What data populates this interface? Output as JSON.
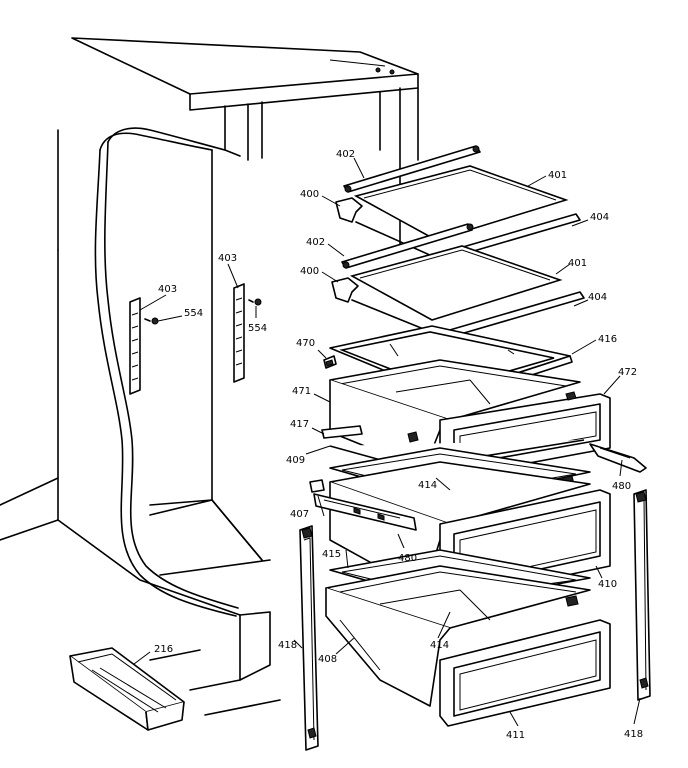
{
  "callouts": {
    "c402a": "402",
    "c401a": "401",
    "c400a": "400",
    "c404a": "404",
    "c402b": "402",
    "c401b": "401",
    "c400b": "400",
    "c404b": "404",
    "c403a": "403",
    "c403b": "403",
    "c554a": "554",
    "c554b": "554",
    "c470": "470",
    "c416": "416",
    "c471": "471",
    "c472": "472",
    "c417": "417",
    "c409": "409",
    "c414a": "414",
    "c480a": "480",
    "c407": "407",
    "c480b": "480",
    "c415": "415",
    "c410": "410",
    "c418a": "418",
    "c408": "408",
    "c414b": "414",
    "c216": "216",
    "c411": "411",
    "c418b": "418"
  }
}
